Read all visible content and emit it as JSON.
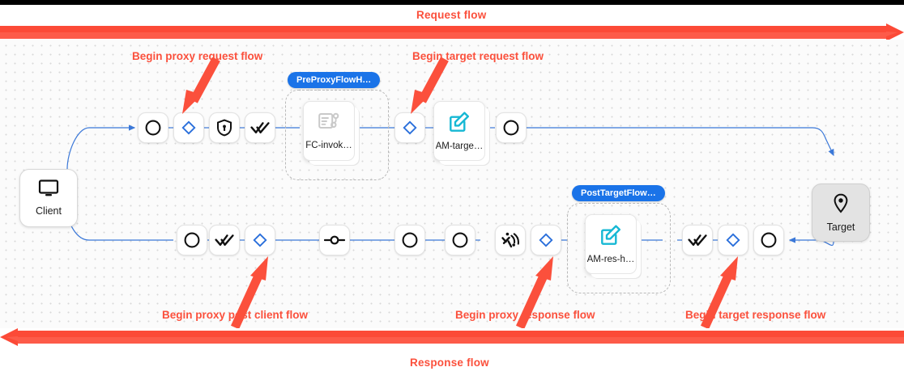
{
  "colors": {
    "accent_red": "#fb503c",
    "banner_red": "#fc4a37",
    "edge_blue": "#3b78d8",
    "badge_blue": "#1a73e8",
    "policy_cyan": "#16b8d4",
    "canvas_bg": "#fbfbfb",
    "target_bg": "#e3e3e3"
  },
  "banners": {
    "request_label": "Request flow",
    "response_label": "Response flow"
  },
  "annotations": [
    {
      "id": "begin-proxy-request-flow",
      "text": "Begin proxy request flow"
    },
    {
      "id": "begin-target-request-flow",
      "text": "Begin target request flow"
    },
    {
      "id": "begin-proxy-post-client-flow",
      "text": "Begin proxy post client flow"
    },
    {
      "id": "begin-proxy-response-flow",
      "text": "Begin proxy response flow"
    },
    {
      "id": "begin-target-response-flow",
      "text": "Begin target response flow"
    }
  ],
  "endpoints": {
    "client": {
      "label": "Client",
      "icon": "monitor-icon"
    },
    "target": {
      "label": "Target",
      "icon": "location-pin-icon"
    }
  },
  "flow_groups": [
    {
      "id": "preproxyflowhook",
      "badge": "PreProxyFlowH…",
      "policy": {
        "label": "FC-invok…",
        "icon": "flow-callout-icon"
      }
    },
    {
      "id": "posttargetflow",
      "badge": "PostTargetFlow…",
      "policy": {
        "label": "AM-res-h…",
        "icon": "assign-message-icon"
      }
    }
  ],
  "standalone_policies": [
    {
      "id": "am-target",
      "label": "AM-targe…",
      "icon": "assign-message-icon"
    }
  ],
  "request_row_nodes": [
    {
      "id": "req-step-1",
      "icon": "circle-outline-icon"
    },
    {
      "id": "req-step-2",
      "icon": "blue-diamond-icon"
    },
    {
      "id": "req-step-3",
      "icon": "shield-lock-icon"
    },
    {
      "id": "req-step-4",
      "icon": "double-check-icon"
    },
    {
      "id": "req-step-5",
      "icon": "blue-diamond-icon"
    },
    {
      "id": "req-step-6",
      "icon": "circle-outline-icon"
    }
  ],
  "response_row_nodes": [
    {
      "id": "res-step-1",
      "icon": "circle-outline-icon"
    },
    {
      "id": "res-step-2",
      "icon": "double-check-icon"
    },
    {
      "id": "res-step-3",
      "icon": "blue-diamond-icon"
    },
    {
      "id": "res-step-4",
      "icon": "flow-hook-icon"
    },
    {
      "id": "res-step-5",
      "icon": "circle-outline-icon"
    },
    {
      "id": "res-step-6",
      "icon": "circle-outline-icon"
    },
    {
      "id": "res-step-7",
      "icon": "fault-rule-icon"
    },
    {
      "id": "res-step-8",
      "icon": "blue-diamond-icon"
    },
    {
      "id": "res-step-9",
      "icon": "double-check-icon"
    },
    {
      "id": "res-step-10",
      "icon": "blue-diamond-icon"
    },
    {
      "id": "res-step-11",
      "icon": "circle-outline-icon"
    }
  ]
}
